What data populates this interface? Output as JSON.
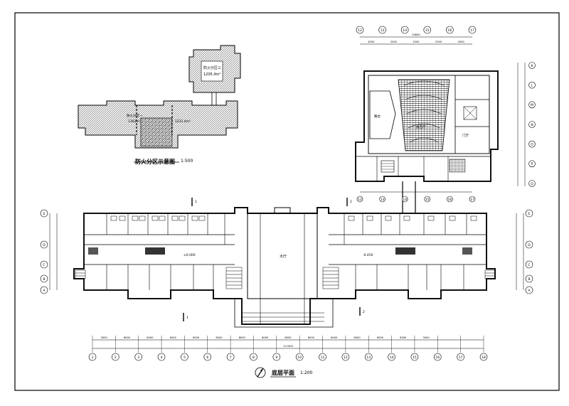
{
  "titles": {
    "fire_zone_diagram": "防火分区示意图",
    "fire_zone_scale": "1:500",
    "ground_floor_plan": "底层平面",
    "ground_floor_scale": "1:200"
  },
  "fire_zones": {
    "zone_a_label": "防火分区三",
    "zone_a_area": "1205.4m²",
    "zone_b_label": "防火分区一",
    "zone_b_area": "1362m²",
    "zone_c_area": "1231.4m²"
  },
  "main_axes": {
    "columns": [
      "1",
      "2",
      "3",
      "4",
      "5",
      "6",
      "7",
      "8",
      "9",
      "10",
      "11",
      "12",
      "13",
      "14",
      "15",
      "16",
      "17",
      "18"
    ],
    "rows": [
      "A",
      "B",
      "C",
      "D",
      "E"
    ],
    "spacings": [
      "3000",
      "6000",
      "6000",
      "6000",
      "6000",
      "6000",
      "8000",
      "8000",
      "8000",
      "6000",
      "6000",
      "6000",
      "6000",
      "6000",
      "3000"
    ],
    "total": "111400"
  },
  "annex_axes": {
    "columns": [
      "12",
      "13",
      "14",
      "15",
      "16",
      "17"
    ],
    "rows": [
      "K",
      "L",
      "M",
      "N",
      "O",
      "P",
      "Q"
    ],
    "spacings": [
      "4500",
      "2500",
      "2500",
      "2500",
      "4500"
    ],
    "total": "34600"
  },
  "room_labels": {
    "lecture_hall": "报告厅",
    "foyer": "门厅",
    "stage": "舞台",
    "lobby": "大厅",
    "level_main": "±0.000",
    "level_low": "-0.450"
  },
  "section_marks": [
    "1",
    "1",
    "2",
    "2"
  ],
  "colors": {
    "line": "#000000",
    "hatch": "#555555",
    "wall": "#111111"
  }
}
